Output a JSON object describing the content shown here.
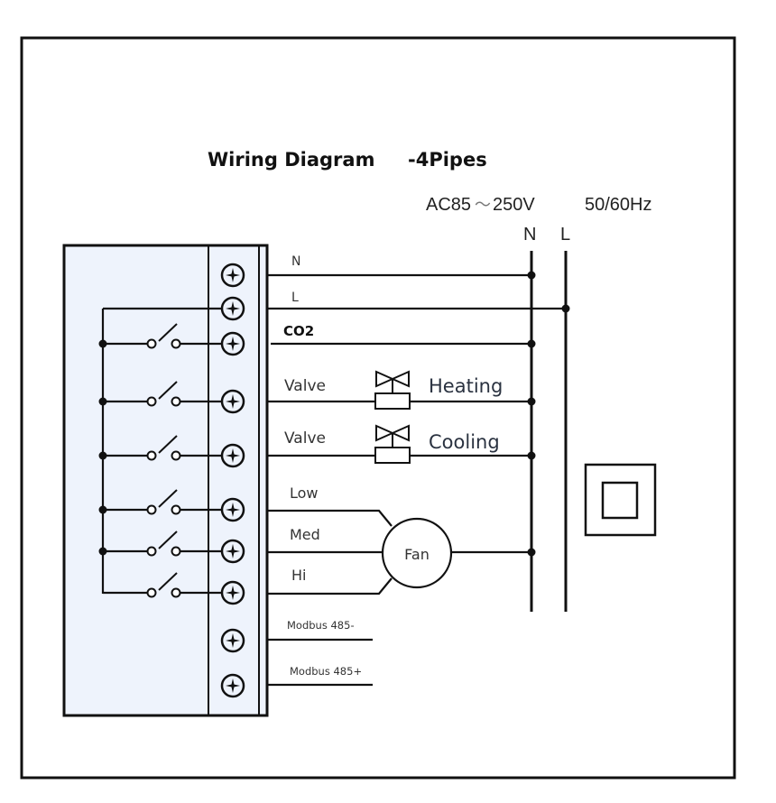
{
  "title": {
    "main": "Wiring Diagram",
    "suffix": "-4Pipes"
  },
  "power": {
    "spec": "AC85～250V   50/60Hz",
    "spec_left": "AC85",
    "spec_tilde": "～",
    "spec_mid": "250V",
    "spec_freq": "50/60Hz",
    "bus_n_label": "N",
    "bus_l_label": "L"
  },
  "terminals": [
    {
      "id": "N",
      "label": "N"
    },
    {
      "id": "L",
      "label": "L"
    },
    {
      "id": "CO2",
      "label": "CO2"
    },
    {
      "id": "valve-heating",
      "label": "Valve"
    },
    {
      "id": "valve-cooling",
      "label": "Valve"
    },
    {
      "id": "fan-low",
      "label": "Low"
    },
    {
      "id": "fan-med",
      "label": "Med"
    },
    {
      "id": "fan-hi",
      "label": "Hi"
    },
    {
      "id": "modbus-minus",
      "label": "Modbus 485-"
    },
    {
      "id": "modbus-plus",
      "label": "Modbus 485+"
    }
  ],
  "loads": {
    "heating_label": "Heating",
    "cooling_label": "Cooling",
    "fan_label": "Fan"
  },
  "symbols": {
    "terminal": "screw-terminal-icon",
    "switch": "relay-switch-icon",
    "valve": "valve-actuator-icon",
    "double_insulation": "double-insulation-icon"
  }
}
